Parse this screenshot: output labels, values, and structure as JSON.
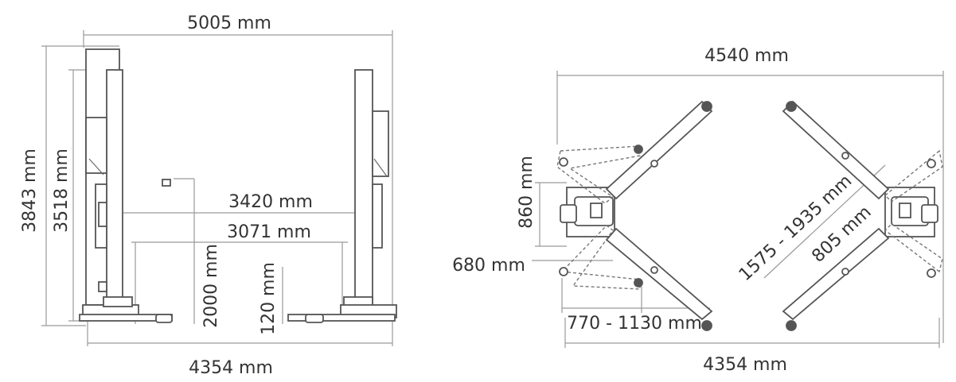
{
  "side_view": {
    "overall_width": "5005 mm",
    "overall_height": "3843 mm",
    "column_height": "3518 mm",
    "inner_width": "3420 mm",
    "drive_through": "3071 mm",
    "lift_height": "2000 mm",
    "base_height": "120 mm",
    "base_width": "4354 mm"
  },
  "top_view": {
    "overall_width": "4540 mm",
    "column_depth": "860 mm",
    "arm_offset": "680 mm",
    "arm_reach_short": "770 - 1130 mm",
    "arm_reach_long": "1575 - 1935 mm",
    "arm_length": "805 mm",
    "base_width": "4354 mm"
  },
  "colors": {
    "line": "#555555",
    "dimension": "#9a9a9a",
    "text": "#333333"
  }
}
